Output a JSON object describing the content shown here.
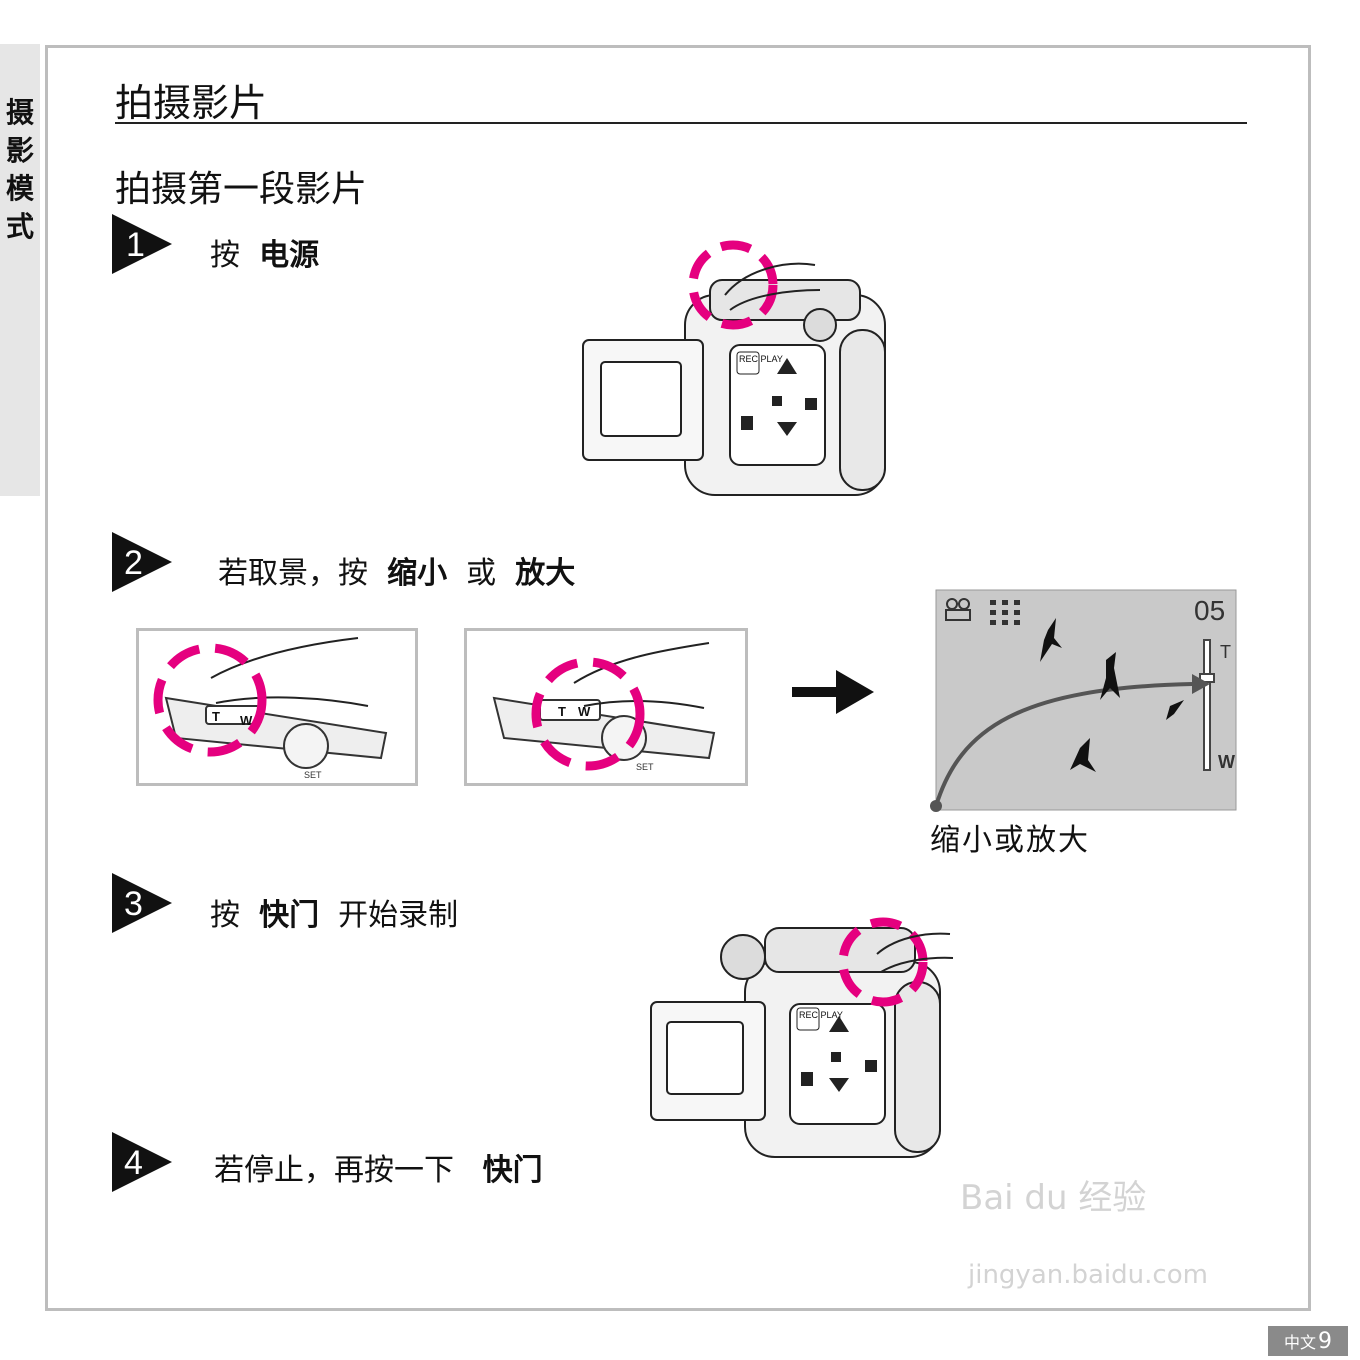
{
  "side_tab": {
    "label": "摄影模式"
  },
  "header": {
    "title": "拍摄影片"
  },
  "section": {
    "title": "拍摄第一段影片"
  },
  "steps": [
    {
      "number": "1",
      "prefix": "按  ",
      "bold": "电源",
      "suffix": ""
    },
    {
      "number": "2",
      "prefix": "若取景，按  ",
      "bold": "缩小",
      "middle": "  或  ",
      "bold2": "放大"
    },
    {
      "number": "3",
      "prefix": "按  ",
      "bold": "快门",
      "suffix": "  开始录制"
    },
    {
      "number": "4",
      "prefix": "若停止，再按一下   ",
      "bold": "快门",
      "suffix": ""
    }
  ],
  "camera_buttons": {
    "rec_play": "REC PLAY"
  },
  "zoom_labels": {
    "tele": "T",
    "wide": "W",
    "set": "SET"
  },
  "lcd": {
    "counter": "05",
    "tele": "T",
    "wide": "W",
    "caption": "缩小或放大"
  },
  "footer": {
    "lang": "中文",
    "page": "9"
  },
  "watermark": {
    "brand": "Bai du 经验",
    "url": "jingyan.baidu.com"
  },
  "colors": {
    "accent": "#e5007f",
    "frame": "#bdbdbd",
    "side_tab": "#e6e6e6"
  }
}
